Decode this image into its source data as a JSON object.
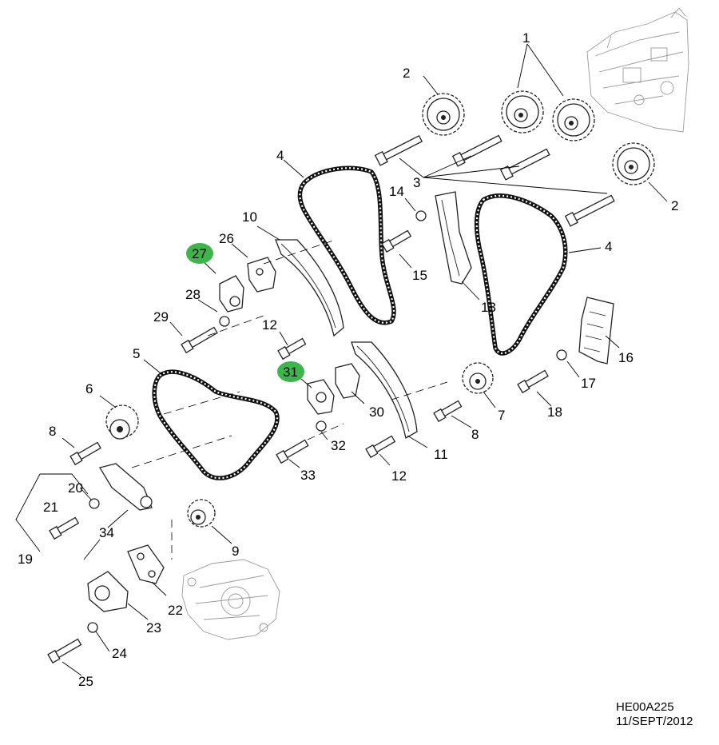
{
  "callouts": [
    {
      "id": "1",
      "text": "1"
    },
    {
      "id": "2a",
      "text": "2"
    },
    {
      "id": "2b",
      "text": "2"
    },
    {
      "id": "3",
      "text": "3"
    },
    {
      "id": "4a",
      "text": "4"
    },
    {
      "id": "4b",
      "text": "4"
    },
    {
      "id": "5",
      "text": "5"
    },
    {
      "id": "6",
      "text": "6"
    },
    {
      "id": "7",
      "text": "7"
    },
    {
      "id": "8a",
      "text": "8"
    },
    {
      "id": "8b",
      "text": "8"
    },
    {
      "id": "9",
      "text": "9"
    },
    {
      "id": "10",
      "text": "10"
    },
    {
      "id": "11",
      "text": "11"
    },
    {
      "id": "12a",
      "text": "12"
    },
    {
      "id": "12b",
      "text": "12"
    },
    {
      "id": "13",
      "text": "13"
    },
    {
      "id": "14",
      "text": "14"
    },
    {
      "id": "15",
      "text": "15"
    },
    {
      "id": "16",
      "text": "16"
    },
    {
      "id": "17",
      "text": "17"
    },
    {
      "id": "18",
      "text": "18"
    },
    {
      "id": "19",
      "text": "19"
    },
    {
      "id": "20",
      "text": "20"
    },
    {
      "id": "21",
      "text": "21"
    },
    {
      "id": "22",
      "text": "22"
    },
    {
      "id": "23",
      "text": "23"
    },
    {
      "id": "24",
      "text": "24"
    },
    {
      "id": "25",
      "text": "25"
    },
    {
      "id": "26",
      "text": "26"
    },
    {
      "id": "27",
      "text": "27",
      "highlight": true
    },
    {
      "id": "28",
      "text": "28"
    },
    {
      "id": "29",
      "text": "29"
    },
    {
      "id": "30",
      "text": "30"
    },
    {
      "id": "31",
      "text": "31",
      "highlight": true
    },
    {
      "id": "32",
      "text": "32"
    },
    {
      "id": "33",
      "text": "33"
    },
    {
      "id": "34",
      "text": "34"
    }
  ],
  "colors": {
    "highlight": "#3cb54a",
    "line": "#000000",
    "ghost": "#9a9a9a"
  },
  "footer": {
    "code": "HE00A225",
    "date": "11/SEPT/2012"
  }
}
